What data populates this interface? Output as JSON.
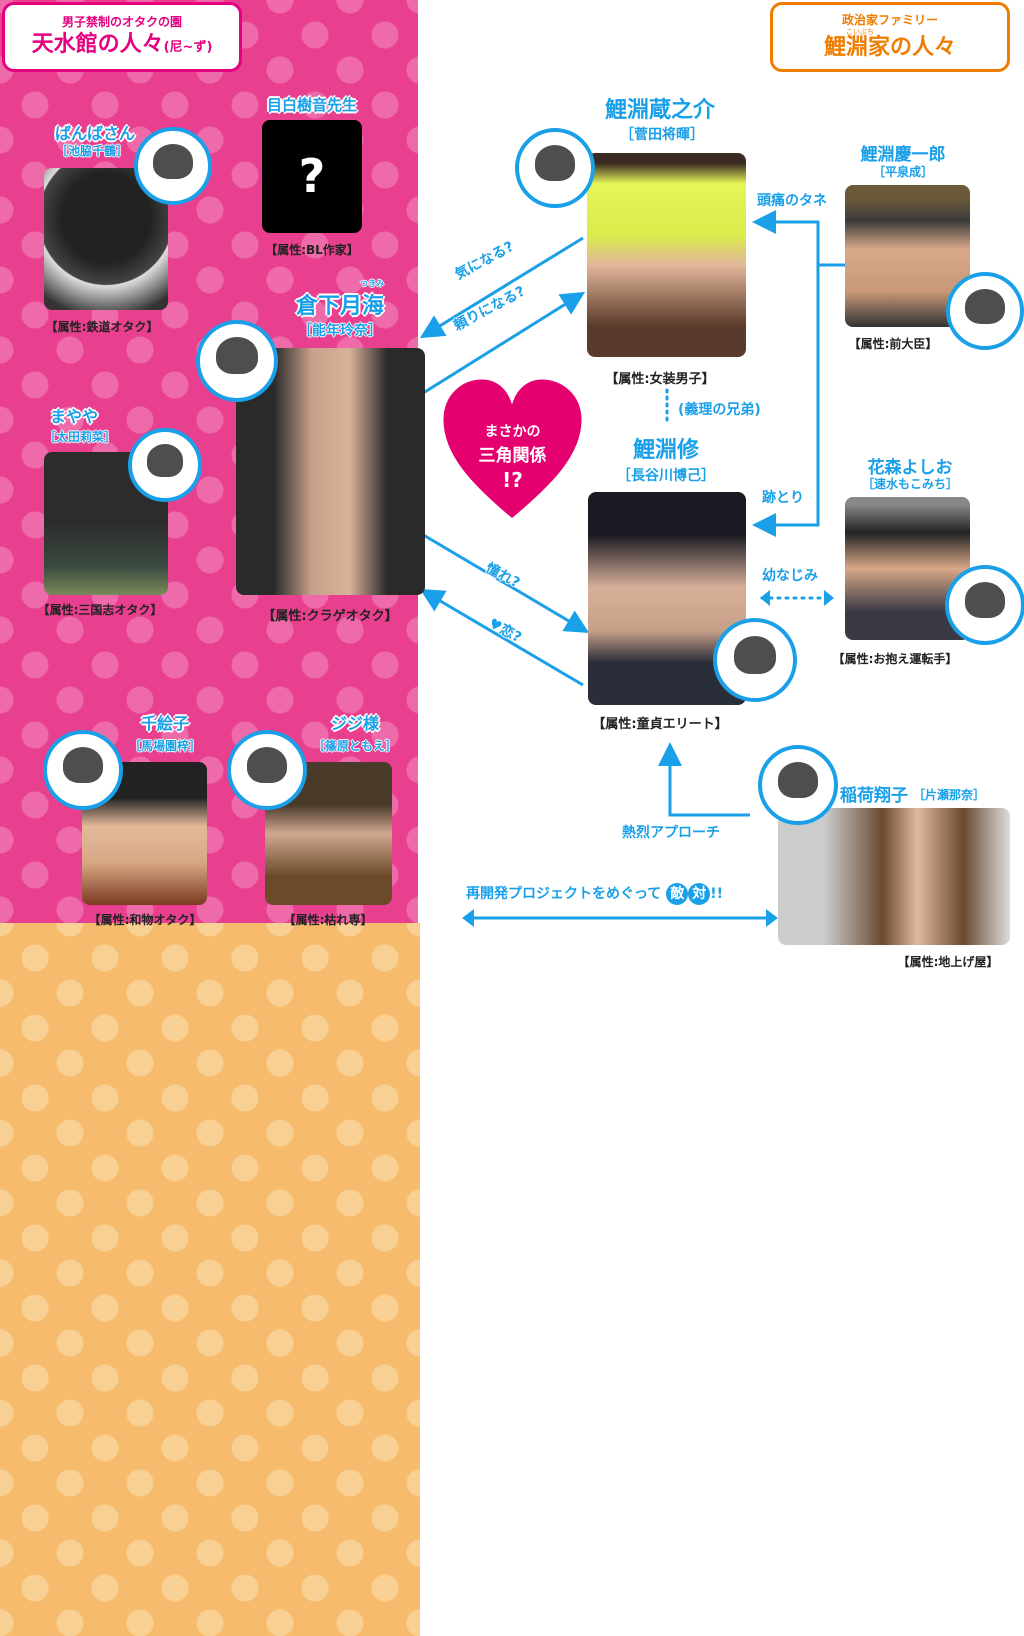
{
  "groups": {
    "amamizukan": {
      "subtitle": "男子禁制のオタクの園",
      "title": "天水館の人々",
      "title_suffix": "(尼~ず)"
    },
    "koibuchi": {
      "subtitle": "政治家ファミリー",
      "ruby": "こいぶち",
      "title": "鯉淵家の人々"
    }
  },
  "characters": {
    "banba": {
      "name": "ばんばさん",
      "actor": "［池脇千鶴］",
      "attr": "【属性:鉄道オタク】"
    },
    "mejiro": {
      "name": "目白樹音先生",
      "photo_text": "?",
      "attr": "【属性:BL作家】"
    },
    "tsukimi": {
      "name": "倉下月海",
      "ruby": "つきみ",
      "actor": "［能年玲奈］",
      "attr": "【属性:クラゲオタク】"
    },
    "mayaya": {
      "name": "まやや",
      "actor": "［太田莉菜］",
      "attr": "【属性:三国志オタク】"
    },
    "chieko": {
      "name": "千絵子",
      "actor": "［馬場園梓］",
      "attr": "【属性:和物オタク】"
    },
    "jiji": {
      "name": "ジジ様",
      "actor": "［篠原ともえ］",
      "attr": "【属性:枯れ専】"
    },
    "kuranosuke": {
      "name": "鯉淵蔵之介",
      "actor": "［菅田将暉］",
      "attr": "【属性:女装男子】"
    },
    "keiichiro": {
      "name": "鯉淵慶一郎",
      "actor": "［平泉成］",
      "attr": "【属性:前大臣】"
    },
    "shu": {
      "name": "鯉淵修",
      "actor": "［長谷川博己］",
      "attr": "【属性:童貞エリート】"
    },
    "hanamori": {
      "name": "花森よしお",
      "actor": "［速水もこみち］",
      "attr": "【属性:お抱え運転手】"
    },
    "inari": {
      "name": "稲荷翔子",
      "actor": "［片瀬那奈］",
      "attr": "【属性:地上げ屋】"
    }
  },
  "heart": {
    "line1": "まさかの",
    "line2": "三角関係",
    "line3": "!?"
  },
  "relations": {
    "kininaru": "気になる?",
    "tayori": "頼りになる?",
    "akogare": "憧れ?",
    "koi": "♥恋?",
    "zutsu": "頭痛のタネ",
    "atotori": "跡とり",
    "osananajimi": "幼なじみ",
    "giri": "(義理の兄弟)",
    "approach": "熱烈アプローチ",
    "redevelop": "再開発プロジェクトをめぐって",
    "teki": "敵",
    "tai": "対",
    "bang": "!!"
  },
  "colors": {
    "pink": "#e8408f",
    "orange": "#f6bb6c",
    "blue": "#1aa0e8",
    "heart": "#e4006e"
  }
}
